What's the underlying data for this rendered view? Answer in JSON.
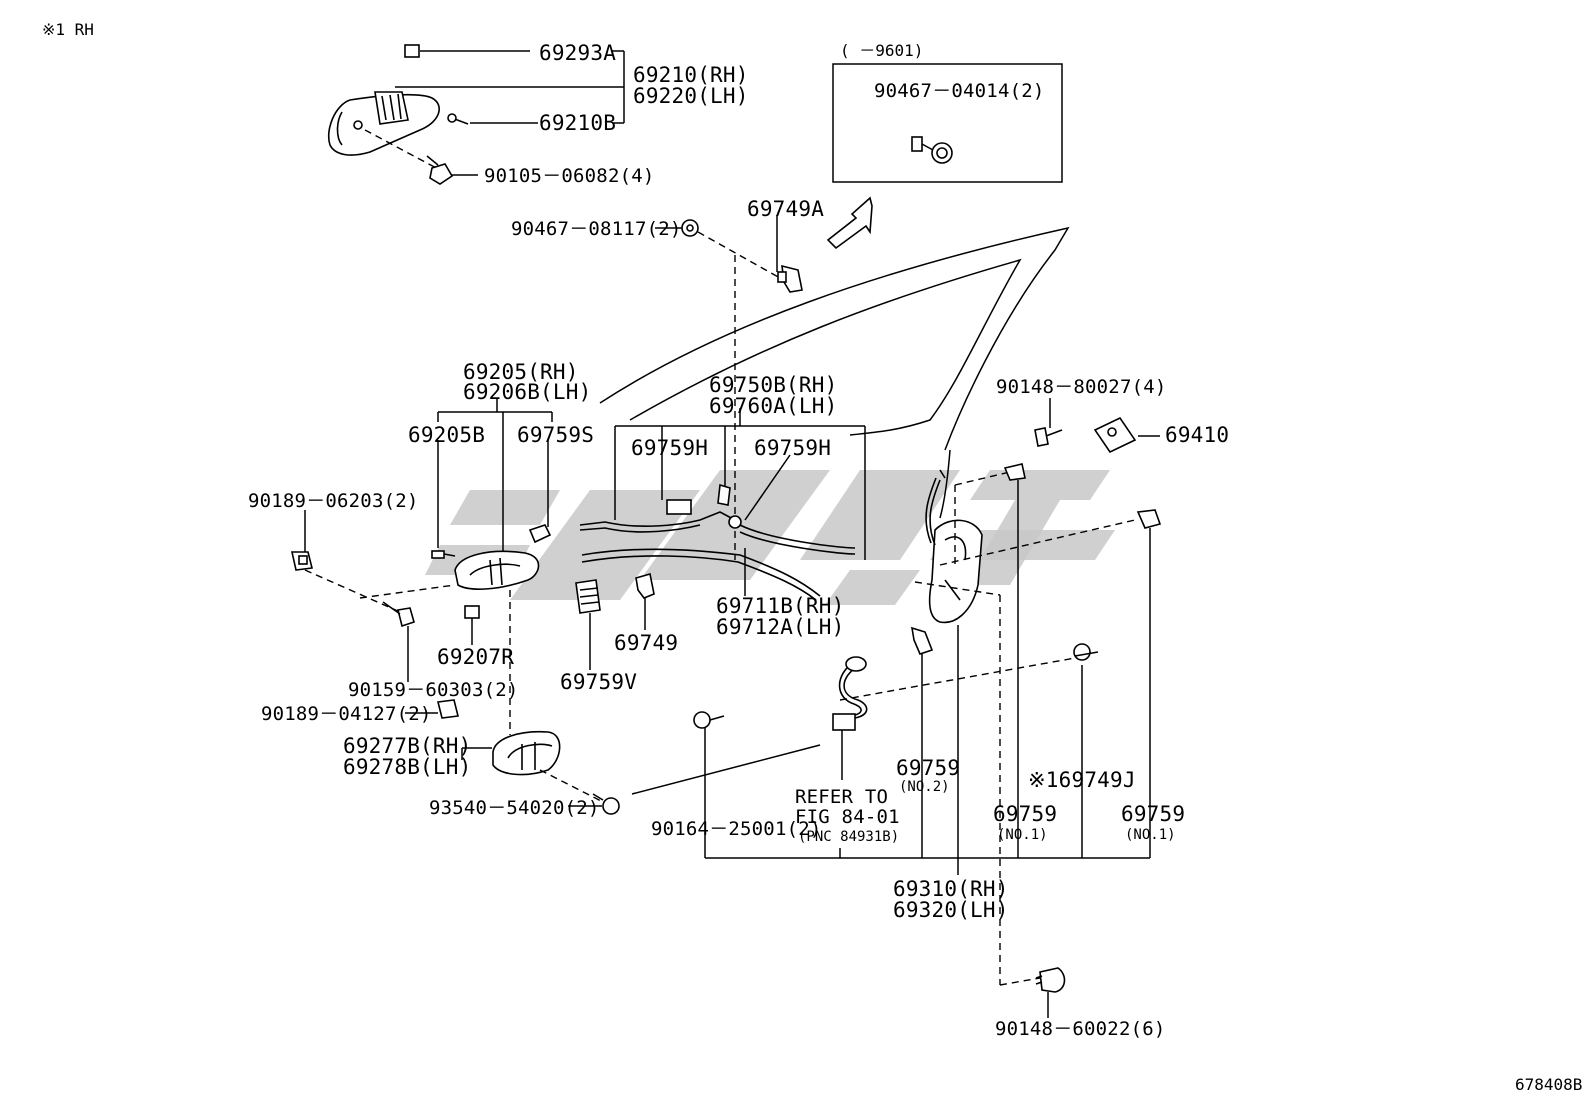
{
  "header": {
    "note": "※1 RH",
    "figure_id": "678408B"
  },
  "inset": {
    "range": "(    －9601)",
    "part": "90467－04014(2)"
  },
  "callouts": {
    "p69293A": "69293A",
    "p69210": "69210(RH)",
    "p69220": "69220(LH)",
    "p69210B": "69210B",
    "p90105": "90105－06082(4)",
    "p90467_08117": "90467－08117(2)",
    "p69749A": "69749A",
    "p69205": "69205(RH)",
    "p69206B": "69206B(LH)",
    "p69750B": "69750B(RH)",
    "p69760A": "69760A(LH)",
    "p90148_80027": "90148－80027(4)",
    "p69410": "69410",
    "p69205B": "69205B",
    "p69759S": "69759S",
    "p69759H_1": "69759H",
    "p69759H_2": "69759H",
    "p90189_06203": "90189－06203(2)",
    "p69711B": "69711B(RH)",
    "p69712A": "69712A(LH)",
    "p69207R": "69207R",
    "p69749": "69749",
    "p69759V": "69759V",
    "p90159": "90159－60303(2)",
    "p90189_04127": "90189－04127(2)",
    "p69277B": "69277B(RH)",
    "p69278B": "69278B(LH)",
    "p93540": "93540－54020(2)",
    "p69759_no2": "69759",
    "p69759_no2_sub": "(NO.2)",
    "p69749J": "※169749J",
    "p69759_no1a": "69759",
    "p69759_no1a_sub": "(NO.1)",
    "p69759_no1b": "69759",
    "p69759_no1b_sub": "(NO.1)",
    "refer_1": "REFER TO",
    "refer_2": "FIG 84-01",
    "refer_3": "(PNC 84931B)",
    "p90164": "90164－25001(2)",
    "p69310": "69310(RH)",
    "p69320": "69320(LH)",
    "p90148_60022": "90148－60022(6)"
  }
}
